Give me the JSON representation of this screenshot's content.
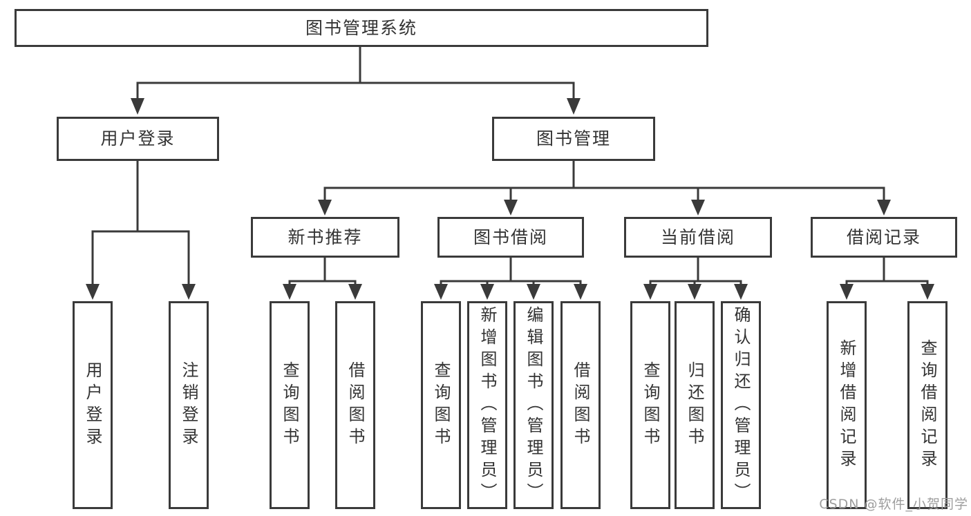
{
  "colors": {
    "line": "#3a3a3a",
    "text": "#333333",
    "watermark": "#9e9e9e",
    "background": "#ffffff"
  },
  "tree": {
    "root": {
      "label": "图书管理系统"
    },
    "branches": [
      {
        "label": "用户登录",
        "children": [
          {
            "label": "用户登录"
          },
          {
            "label": "注销登录"
          }
        ]
      },
      {
        "label": "图书管理",
        "sections": [
          {
            "label": "新书推荐",
            "children": [
              {
                "label": "查询图书"
              },
              {
                "label": "借阅图书"
              }
            ]
          },
          {
            "label": "图书借阅",
            "children": [
              {
                "label": "查询图书"
              },
              {
                "label": "新增图书（管理员）"
              },
              {
                "label": "编辑图书（管理员）"
              },
              {
                "label": "借阅图书"
              }
            ]
          },
          {
            "label": "当前借阅",
            "children": [
              {
                "label": "查询图书"
              },
              {
                "label": "归还图书"
              },
              {
                "label": "确认归还（管理员）"
              }
            ]
          },
          {
            "label": "借阅记录",
            "children": [
              {
                "label": "新增借阅记录"
              },
              {
                "label": "查询借阅记录"
              }
            ]
          }
        ]
      }
    ]
  },
  "watermark": {
    "text": "CSDN @软件_小贺同学"
  }
}
